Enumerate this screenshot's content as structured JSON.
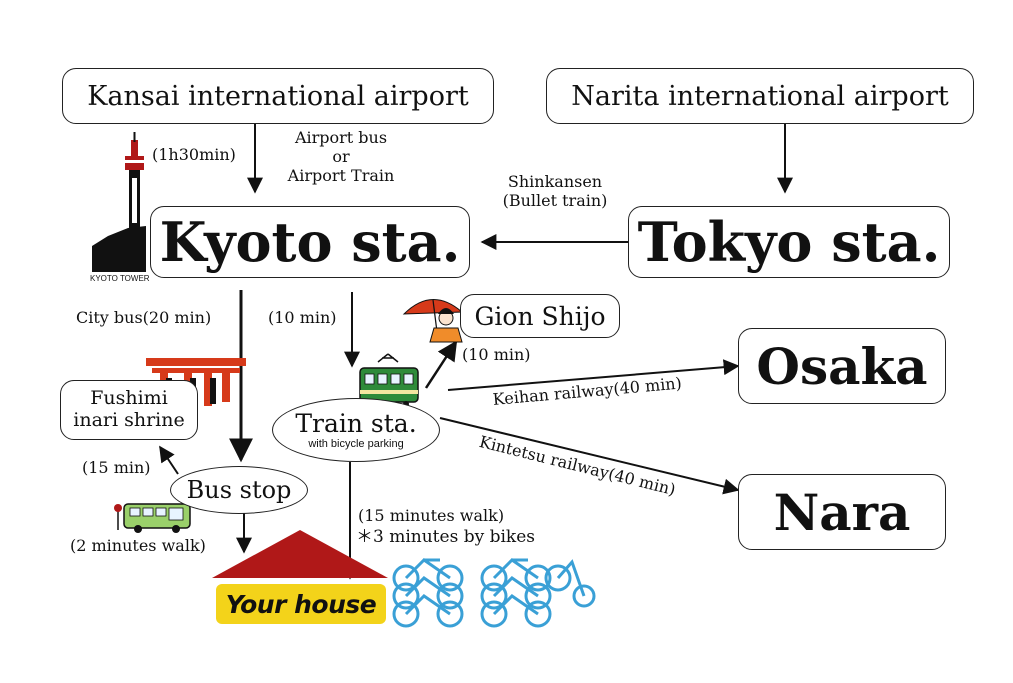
{
  "nodes": {
    "kansai": "Kansai international airport",
    "narita": "Narita international airport",
    "kyoto": "Kyoto sta.",
    "tokyo": "Tokyo sta.",
    "gion": "Gion Shijo",
    "osaka": "Osaka",
    "nara": "Nara",
    "fushimi_line1": "Fushimi",
    "fushimi_line2": "inari shrine",
    "train_sta": "Train sta.",
    "train_sta_sub": "with bicycle parking",
    "bus_stop": "Bus stop",
    "your_house": "Your house"
  },
  "labels": {
    "kansai_duration": "(1h30min)",
    "kansai_mode_line1": "Airport bus",
    "kansai_mode_line2": "or",
    "kansai_mode_line3": "Airport Train",
    "shinkansen_line1": "Shinkansen",
    "shinkansen_line2": "(Bullet train)",
    "city_bus": "City bus(20 min)",
    "kyoto_to_train": "(10 min)",
    "train_to_gion": "(10 min)",
    "keihan": "Keihan railway(40 min)",
    "kintetsu": "Kintetsu railway(40 min)",
    "bus_to_fushimi": "(15 min)",
    "bus_walk": "(2 minutes walk)",
    "train_walk": "(15 minutes walk)",
    "train_bike": "＊3 minutes by bikes",
    "kyoto_tower": "KYOTO TOWER"
  },
  "colors": {
    "house_roof": "#b01818",
    "house_label_bg": "#f3d31a",
    "tram": "#2e8b3a",
    "bicycle": "#3aa0d6",
    "torii": "#d63a1a"
  }
}
